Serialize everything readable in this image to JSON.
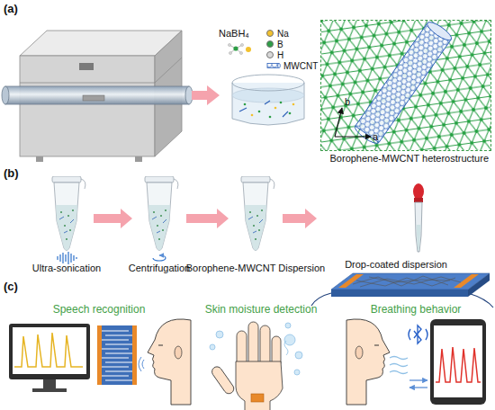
{
  "diagram": {
    "nodes": [
      {
        "text": [
          "Borophene-MWCNT heterostructure"
        ]
      },
      {
        "text": [
          "Ultra-sonication"
        ]
      },
      {
        "text": [
          "Centrifugation"
        ]
      },
      {
        "text": [
          "Borophene-MWCNT Dispersion"
        ]
      },
      {
        "text": [
          "Drop-coated dispersion"
        ]
      }
    ],
    "edges": [
      {
        "from": 1,
        "to": 2,
        "arrow": "to"
      },
      {
        "from": 2,
        "to": 3,
        "arrow": "to"
      },
      {
        "from": 3,
        "to": 4,
        "arrow": "to"
      }
    ],
    "labels": [
      "(a)",
      "NaBH₄",
      "b",
      "a",
      "(b)",
      "(c)",
      "Speech recognition",
      "Skin moisture detection",
      "Breathing behavior"
    ],
    "legend": [
      {
        "text": "Na",
        "color": "#f2c12e"
      },
      {
        "text": "B",
        "color": "#2e9e46"
      },
      {
        "text": "H",
        "color": "#d8d8d8"
      },
      {
        "text": "MWCNT"
      }
    ]
  }
}
